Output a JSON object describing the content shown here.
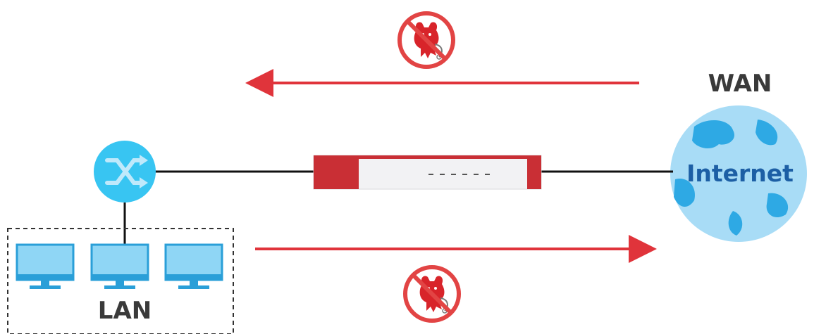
{
  "labels": {
    "wan": "WAN",
    "lan": "LAN",
    "internet": "Internet"
  },
  "nodes": {
    "switch_icon": "switch-arrows-icon",
    "firewall_icon": "firewall-appliance-icon",
    "globe_icon": "globe-internet-icon",
    "monitor_icon": "desktop-monitor-icon",
    "malware_icon": "blocked-malware-devil-icon",
    "monitor_count": 3
  },
  "arrows": {
    "incoming": "from-wan-to-lan",
    "outgoing": "from-lan-to-wan"
  },
  "colors": {
    "arrow_red": "#e0343b",
    "firewall_red": "#c92f35",
    "icon_blue": "#38c5f2",
    "monitor_blue": "#8fd6f5",
    "globe_blue": "#a8dcf6",
    "globe_land": "#2ea9e4",
    "internet_text": "#1d5fa5",
    "label_gray": "#3a3a3a",
    "line_black": "#111111"
  }
}
